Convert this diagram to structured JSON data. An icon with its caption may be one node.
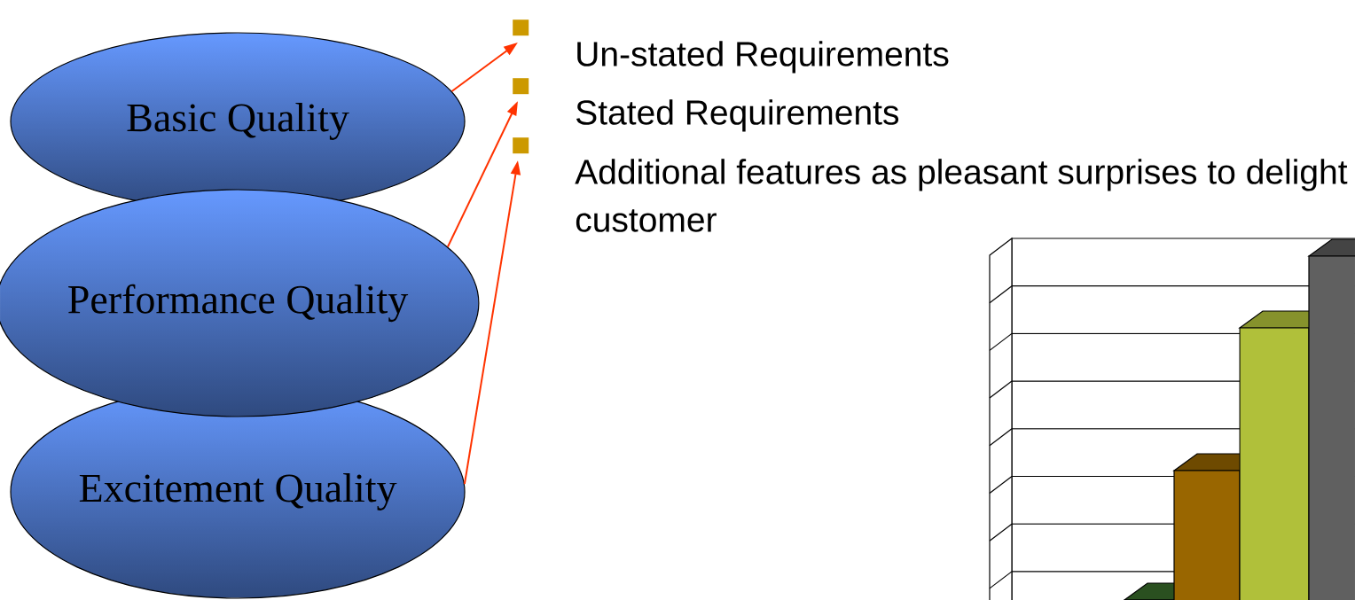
{
  "diagram": {
    "nodes": [
      {
        "text": [
          "Basic Quality"
        ]
      },
      {
        "text": [
          "Performance Quality"
        ]
      },
      {
        "text": [
          "Excitement Quality"
        ]
      },
      {
        "text": [
          "Un-stated Requirements"
        ]
      },
      {
        "text": [
          "Stated Requirements"
        ]
      },
      {
        "text": [
          "Additional features as pleasant surprises to delight customer"
        ]
      }
    ],
    "edges": [
      {
        "from": 0,
        "to": 3,
        "arrow": "to",
        "color": "#ff3300"
      },
      {
        "from": 1,
        "to": 4,
        "arrow": "to",
        "color": "#ff3300"
      },
      {
        "from": 2,
        "to": 5,
        "arrow": "to",
        "color": "#ff3300"
      }
    ]
  }
}
